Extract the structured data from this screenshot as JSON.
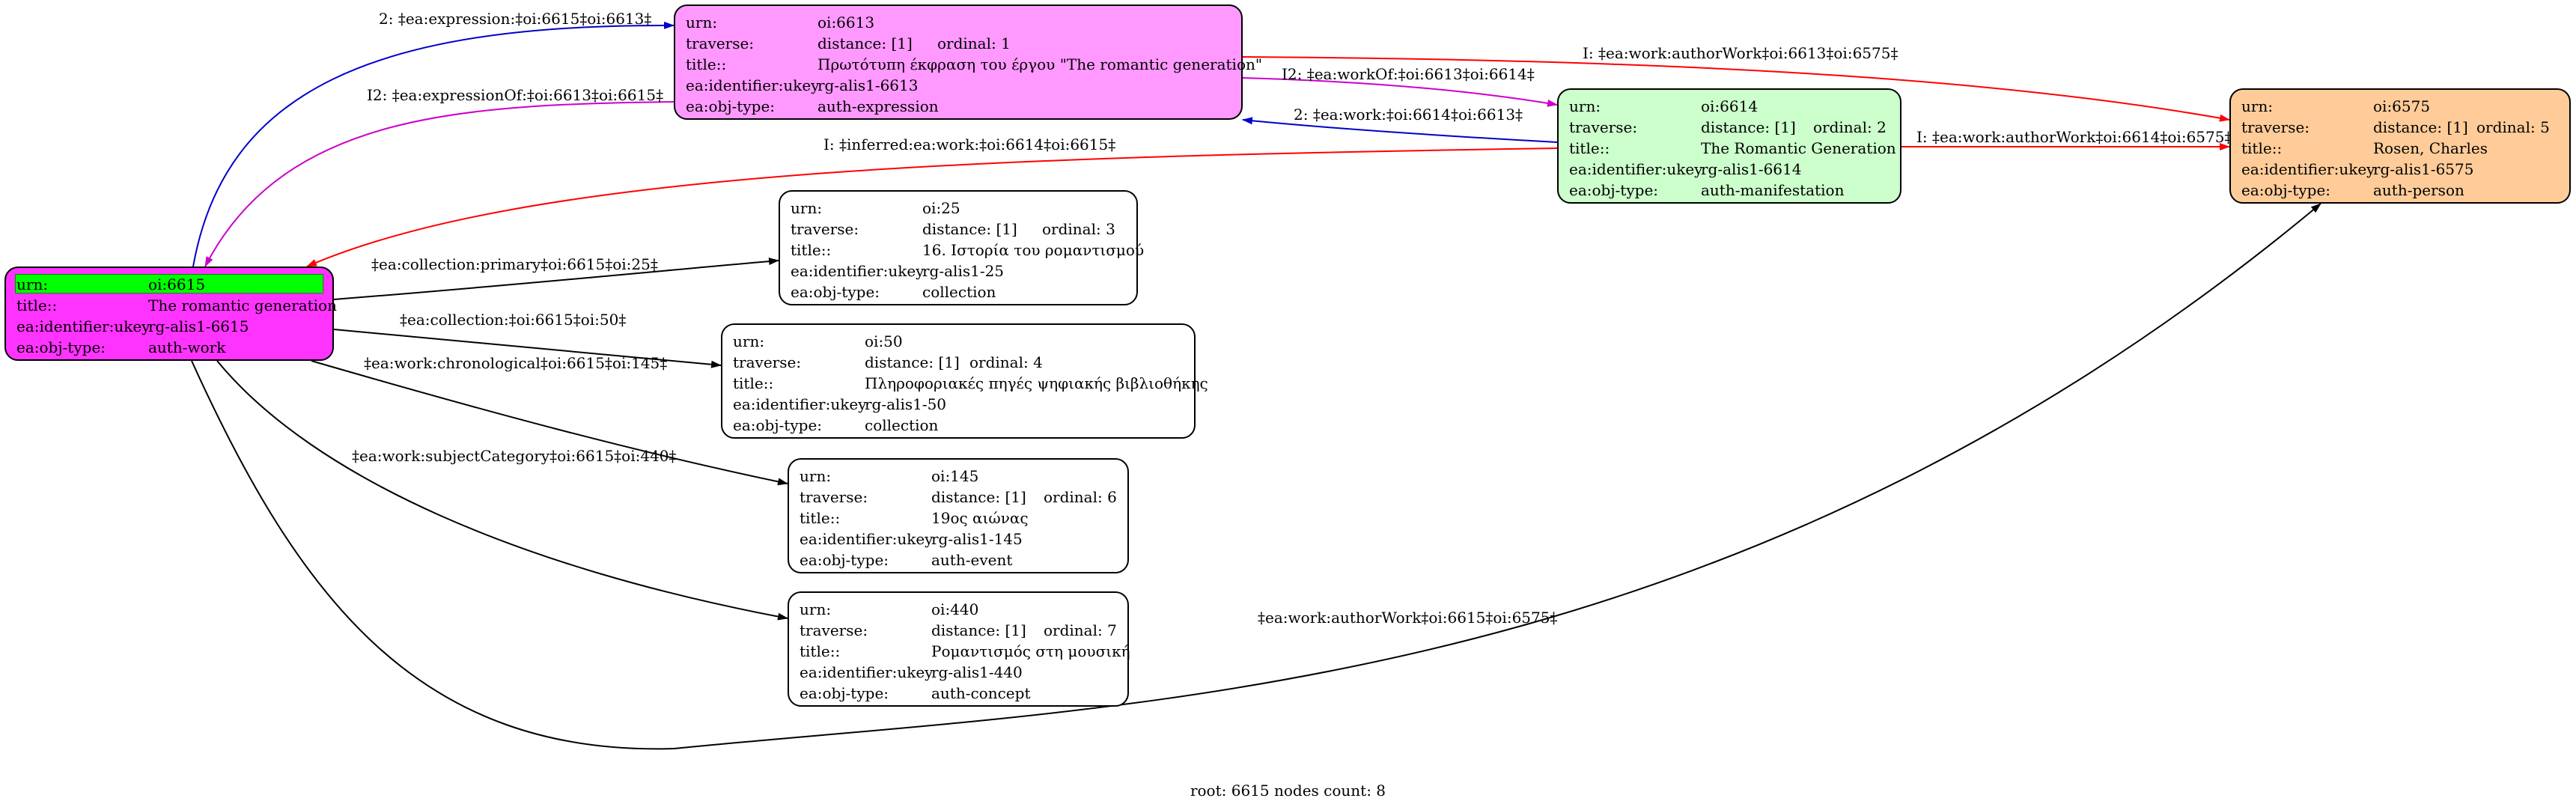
{
  "diagram": {
    "nodes": [
      {
        "id": "oi6613",
        "fill": "#ff99ff",
        "rows": [
          {
            "k": "urn:",
            "v": "oi:6613"
          },
          {
            "k": "traverse:",
            "v": "distance: [1]",
            "v2": "ordinal: 1"
          },
          {
            "k": "title::",
            "v": "Πρωτότυπη έκφραση του έργου \"The romantic generation\""
          },
          {
            "k": "ea:identifier:ukey",
            "v": "rg-alis1-6613"
          },
          {
            "k": "ea:obj-type:",
            "v": "auth-expression"
          }
        ]
      },
      {
        "id": "oi6614",
        "fill": "#ccffcc",
        "rows": [
          {
            "k": "urn:",
            "v": "oi:6614"
          },
          {
            "k": "traverse:",
            "v": "distance: [1]",
            "v2": "ordinal: 2"
          },
          {
            "k": "title::",
            "v": "The Romantic Generation"
          },
          {
            "k": "ea:identifier:ukey",
            "v": "rg-alis1-6614"
          },
          {
            "k": "ea:obj-type:",
            "v": "auth-manifestation"
          }
        ]
      },
      {
        "id": "oi6575",
        "fill": "#ffcc99",
        "rows": [
          {
            "k": "urn:",
            "v": "oi:6575"
          },
          {
            "k": "traverse:",
            "v": "distance: [1]",
            "v2": "ordinal: 5"
          },
          {
            "k": "title::",
            "v": "Rosen, Charles"
          },
          {
            "k": "ea:identifier:ukey",
            "v": "rg-alis1-6575"
          },
          {
            "k": "ea:obj-type:",
            "v": "auth-person"
          }
        ]
      },
      {
        "id": "oi6615",
        "fill": "#ff33ff",
        "root": true,
        "rows": [
          {
            "k": "urn:",
            "v": "oi:6615"
          },
          {
            "k": "title::",
            "v": "The romantic generation"
          },
          {
            "k": "ea:identifier:ukey",
            "v": "rg-alis1-6615"
          },
          {
            "k": "ea:obj-type:",
            "v": "auth-work"
          }
        ]
      },
      {
        "id": "oi25",
        "fill": "#ffffff",
        "rows": [
          {
            "k": "urn:",
            "v": "oi:25"
          },
          {
            "k": "traverse:",
            "v": "distance: [1]",
            "v2": "ordinal: 3"
          },
          {
            "k": "title::",
            "v": "16. Ιστορία του ρομαντισμού"
          },
          {
            "k": "ea:identifier:ukey",
            "v": "rg-alis1-25"
          },
          {
            "k": "ea:obj-type:",
            "v": "collection"
          }
        ]
      },
      {
        "id": "oi50",
        "fill": "#ffffff",
        "rows": [
          {
            "k": "urn:",
            "v": "oi:50"
          },
          {
            "k": "traverse:",
            "v": "distance: [1]",
            "v2": "ordinal: 4"
          },
          {
            "k": "title::",
            "v": "Πληροφοριακές πηγές ψηφιακής βιβλιοθήκης"
          },
          {
            "k": "ea:identifier:ukey",
            "v": "rg-alis1-50"
          },
          {
            "k": "ea:obj-type:",
            "v": "collection"
          }
        ]
      },
      {
        "id": "oi145",
        "fill": "#ffffff",
        "rows": [
          {
            "k": "urn:",
            "v": "oi:145"
          },
          {
            "k": "traverse:",
            "v": "distance: [1]",
            "v2": "ordinal: 6"
          },
          {
            "k": "title::",
            "v": "19ος αιώνας"
          },
          {
            "k": "ea:identifier:ukey",
            "v": "rg-alis1-145"
          },
          {
            "k": "ea:obj-type:",
            "v": "auth-event"
          }
        ]
      },
      {
        "id": "oi440",
        "fill": "#ffffff",
        "rows": [
          {
            "k": "urn:",
            "v": "oi:440"
          },
          {
            "k": "traverse:",
            "v": "distance: [1]",
            "v2": "ordinal: 7"
          },
          {
            "k": "title::",
            "v": "Ρομαντισμός στη μουσική"
          },
          {
            "k": "ea:identifier:ukey",
            "v": "rg-alis1-440"
          },
          {
            "k": "ea:obj-type:",
            "v": "auth-concept"
          }
        ]
      }
    ],
    "edges": [
      {
        "id": "e1",
        "color": "#0000cc",
        "label": "2: ‡ea:expression:‡oi:6615‡oi:6613‡"
      },
      {
        "id": "e2",
        "color": "#cc00cc",
        "label": "I2: ‡ea:expressionOf:‡oi:6613‡oi:6615‡"
      },
      {
        "id": "e3",
        "color": "#ff0000",
        "label": "I: ‡ea:work:authorWork‡oi:6613‡oi:6575‡"
      },
      {
        "id": "e4",
        "color": "#cc00cc",
        "label": "I2: ‡ea:workOf:‡oi:6613‡oi:6614‡"
      },
      {
        "id": "e5",
        "color": "#0000cc",
        "label": "2: ‡ea:work:‡oi:6614‡oi:6613‡"
      },
      {
        "id": "e6",
        "color": "#ff0000",
        "label": "I: ‡ea:work:authorWork‡oi:6614‡oi:6575‡"
      },
      {
        "id": "e7",
        "color": "#ff0000",
        "label": "I: ‡inferred:ea:work:‡oi:6614‡oi:6615‡"
      },
      {
        "id": "e8",
        "color": "#000000",
        "label": "‡ea:collection:primary‡oi:6615‡oi:25‡"
      },
      {
        "id": "e9",
        "color": "#000000",
        "label": "‡ea:collection:‡oi:6615‡oi:50‡"
      },
      {
        "id": "e10",
        "color": "#000000",
        "label": "‡ea:work:chronological‡oi:6615‡oi:145‡"
      },
      {
        "id": "e11",
        "color": "#000000",
        "label": "‡ea:work:subjectCategory‡oi:6615‡oi:440‡"
      },
      {
        "id": "e12",
        "color": "#000000",
        "label": "‡ea:work:authorWork‡oi:6615‡oi:6575‡"
      }
    ]
  },
  "footer": {
    "text": "root: 6615 nodes count: 8"
  }
}
